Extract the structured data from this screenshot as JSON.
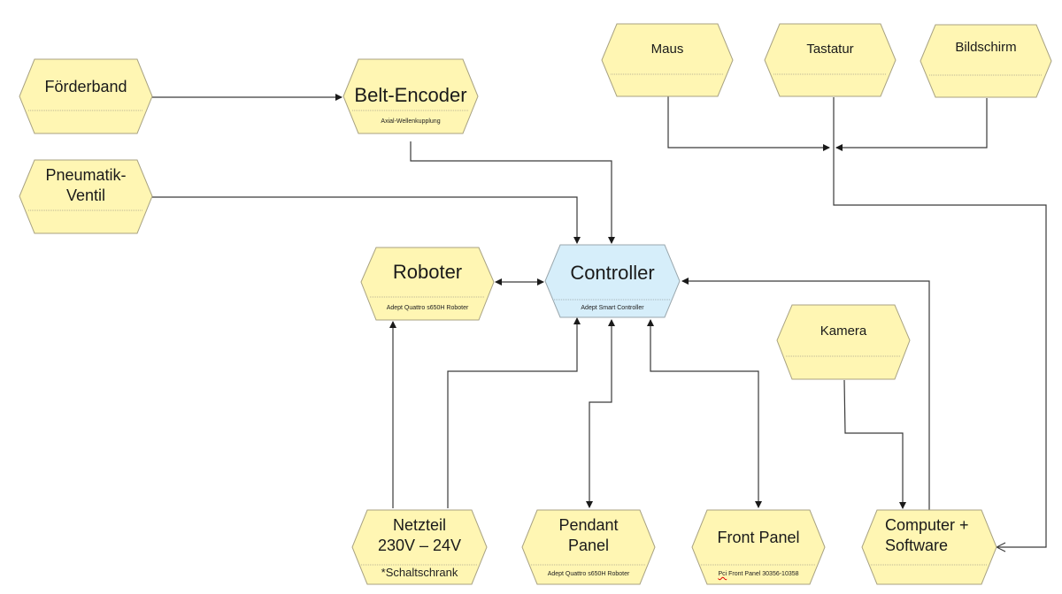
{
  "colors": {
    "node_fill": "#fff6b3",
    "node_stroke": "#a8a282",
    "controller_fill": "#d6eefa",
    "controller_stroke": "#9aa7ad",
    "separator": "#bdb796",
    "connector": "#3a3a3a"
  },
  "nodes": {
    "foerderband": {
      "title": "Förderband",
      "subtitle": ""
    },
    "belt_encoder": {
      "title": "Belt-Encoder",
      "subtitle": "Axial-Wellenkupplung"
    },
    "pneumatik": {
      "title": "Pneumatik-\nVentil",
      "title_line1": "Pneumatik-",
      "title_line2": "Ventil",
      "subtitle": ""
    },
    "maus": {
      "title": "Maus",
      "subtitle": ""
    },
    "tastatur": {
      "title": "Tastatur",
      "subtitle": ""
    },
    "bildschirm": {
      "title": "Bildschirm",
      "subtitle": ""
    },
    "roboter": {
      "title": "Roboter",
      "subtitle": "Adept Quattro s650H Roboter"
    },
    "controller": {
      "title": "Controller",
      "subtitle": "Adept Smart Controller"
    },
    "kamera": {
      "title": "Kamera",
      "subtitle": ""
    },
    "netzteil": {
      "title_line1": "Netzteil",
      "title_line2": "230V – 24V",
      "subtitle": "*Schaltschrank"
    },
    "pendant": {
      "title_line1": "Pendant",
      "title_line2": "Panel",
      "subtitle": "Adept Quattro s650H Roboter"
    },
    "front_panel": {
      "title": "Front Panel",
      "subtitle_prefix": "Pci",
      "subtitle_rest": " Front Panel 30356-10358"
    },
    "computer": {
      "title_line1": "Computer +",
      "title_line2": "Software",
      "subtitle": ""
    }
  },
  "connections": [
    {
      "from": "Förderband",
      "to": "Belt-Encoder",
      "direction": "forward"
    },
    {
      "from": "Belt-Encoder",
      "to": "Controller",
      "direction": "forward"
    },
    {
      "from": "Pneumatik-Ventil",
      "to": "Controller",
      "direction": "forward"
    },
    {
      "from": "Roboter",
      "to": "Controller",
      "direction": "both"
    },
    {
      "from": "Maus",
      "to": "Tastatur-Junction",
      "direction": "forward"
    },
    {
      "from": "Bildschirm",
      "to": "Tastatur-Junction",
      "direction": "forward"
    },
    {
      "from": "Tastatur",
      "to": "Computer + Software",
      "direction": "forward"
    },
    {
      "from": "Computer + Software",
      "to": "Controller",
      "direction": "forward"
    },
    {
      "from": "Kamera",
      "to": "Computer + Software",
      "direction": "forward"
    },
    {
      "from": "Netzteil",
      "to": "Roboter",
      "direction": "forward"
    },
    {
      "from": "Netzteil",
      "to": "Controller",
      "direction": "forward"
    },
    {
      "from": "Controller",
      "to": "Pendant Panel",
      "direction": "both"
    },
    {
      "from": "Controller",
      "to": "Front Panel",
      "direction": "both"
    }
  ]
}
